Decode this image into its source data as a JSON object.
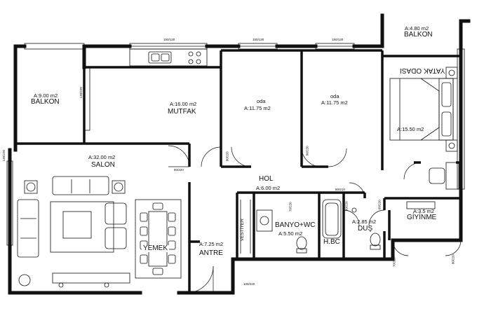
{
  "rooms": {
    "balkon_left": {
      "area": "A:9.00 m2",
      "name": "BALKON"
    },
    "mutfak": {
      "area": "A:16.00 m2",
      "name": "MUTFAK"
    },
    "oda1": {
      "area": "A:11.75 m2",
      "name": "oda"
    },
    "oda2": {
      "area": "A:11.75 m2",
      "name": "oda"
    },
    "balkon_right": {
      "area": "A:4.80 m2",
      "name": "BALKON"
    },
    "yatak_odasi": {
      "area": "A:15.50 m2",
      "name": "YATAK ODASI"
    },
    "salon": {
      "area": "A:32.00 m2",
      "name": "SALON"
    },
    "yemek": {
      "name": "YEMEK"
    },
    "hol": {
      "area": "A:6.00 m2",
      "name": "HOL"
    },
    "vestiyer": {
      "name": "VESTİYER"
    },
    "banyo": {
      "area": "A:5.50 m2",
      "name": "BANYO+WC"
    },
    "hbc": {
      "name": "H.BC"
    },
    "dus": {
      "area": "A:2.85 m2",
      "name": "DUŞ"
    },
    "giyinme": {
      "area": "A:3.5 m2",
      "name": "GİYİNME"
    },
    "antre": {
      "area": "A:7.25 m2",
      "name": "ANTRE"
    }
  },
  "dims": {
    "win_mutfak": "150/130",
    "win_oda1": "150/130",
    "win_oda2": "150/130",
    "win_mutfak_side": "130/220",
    "win_salon_left": "130/220",
    "door_salon": "80/220",
    "door_oda1": "80/220",
    "door_oda2": "80/220",
    "door_banyo": "70/220",
    "door_dus": "60/220",
    "door_giyinme": "60/220",
    "door_hol_top": "80/210",
    "door_antre": "100/220",
    "door_right_low": "70/220",
    "door_balkon_right": "80/220"
  }
}
